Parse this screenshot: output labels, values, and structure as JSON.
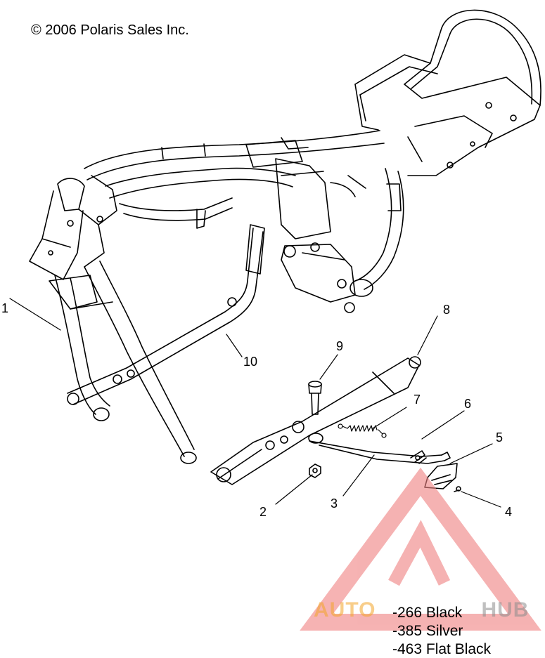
{
  "copyright": "© 2006 Polaris Sales Inc.",
  "callouts": [
    {
      "id": "1",
      "text": "1"
    },
    {
      "id": "2",
      "text": "2"
    },
    {
      "id": "3",
      "text": "3"
    },
    {
      "id": "4",
      "text": "4"
    },
    {
      "id": "5",
      "text": "5"
    },
    {
      "id": "6",
      "text": "6"
    },
    {
      "id": "7",
      "text": "7"
    },
    {
      "id": "8",
      "text": "8"
    },
    {
      "id": "9",
      "text": "9"
    },
    {
      "id": "10",
      "text": "10"
    }
  ],
  "variants": [
    "-266 Black",
    "-385 Silver",
    "-463 Flat Black"
  ],
  "watermark": {
    "part_a": "AUTO",
    "part_b": "HUB",
    "color_a": "#f4a62a",
    "color_b": "#8d8d8d",
    "triangle_color": "#f08080"
  },
  "colors": {
    "line": "#000000",
    "background": "#ffffff"
  }
}
